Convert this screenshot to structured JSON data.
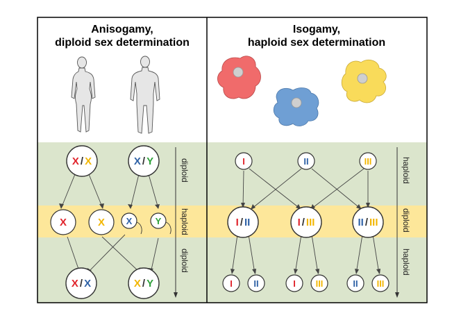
{
  "colors": {
    "green_band": "#dbe5cc",
    "yellow_band": "#fde79a",
    "red": "#e0232b",
    "yellow": "#f2b600",
    "blue": "#2f62a6",
    "green": "#2ea13a",
    "blob_red": "#f06b6b",
    "blob_blue": "#6f9fd4",
    "blob_yellow": "#f9db5a"
  },
  "left": {
    "title_line1": "Anisogamy,",
    "title_line2": "diploid sex determination",
    "female_icon": "female-figure-icon",
    "male_icon": "male-figure-icon",
    "parents": [
      {
        "a": "X",
        "sep": "/",
        "b": "X"
      },
      {
        "a": "X",
        "sep": "/",
        "b": "Y"
      }
    ],
    "gametes": [
      "X",
      "X",
      "X",
      "Y"
    ],
    "offspring": [
      {
        "a": "X",
        "sep": "/",
        "b": "X"
      },
      {
        "a": "X",
        "sep": "/",
        "b": "Y"
      }
    ],
    "side_labels": [
      "diploid",
      "haploid",
      "diploid"
    ]
  },
  "right": {
    "title_line1": "Isogamy,",
    "title_line2": "haploid sex determination",
    "cell_icon": "amoeba-cell-icon",
    "parents": [
      "I",
      "II",
      "III"
    ],
    "zygotes": [
      {
        "a": "I",
        "sep": "/",
        "b": "II"
      },
      {
        "a": "I",
        "sep": "/",
        "b": "III"
      },
      {
        "a": "II",
        "sep": "/",
        "b": "III"
      }
    ],
    "offspring": [
      "I",
      "II",
      "I",
      "III",
      "II",
      "III"
    ],
    "side_labels": [
      "haploid",
      "diploid",
      "haploid"
    ]
  }
}
